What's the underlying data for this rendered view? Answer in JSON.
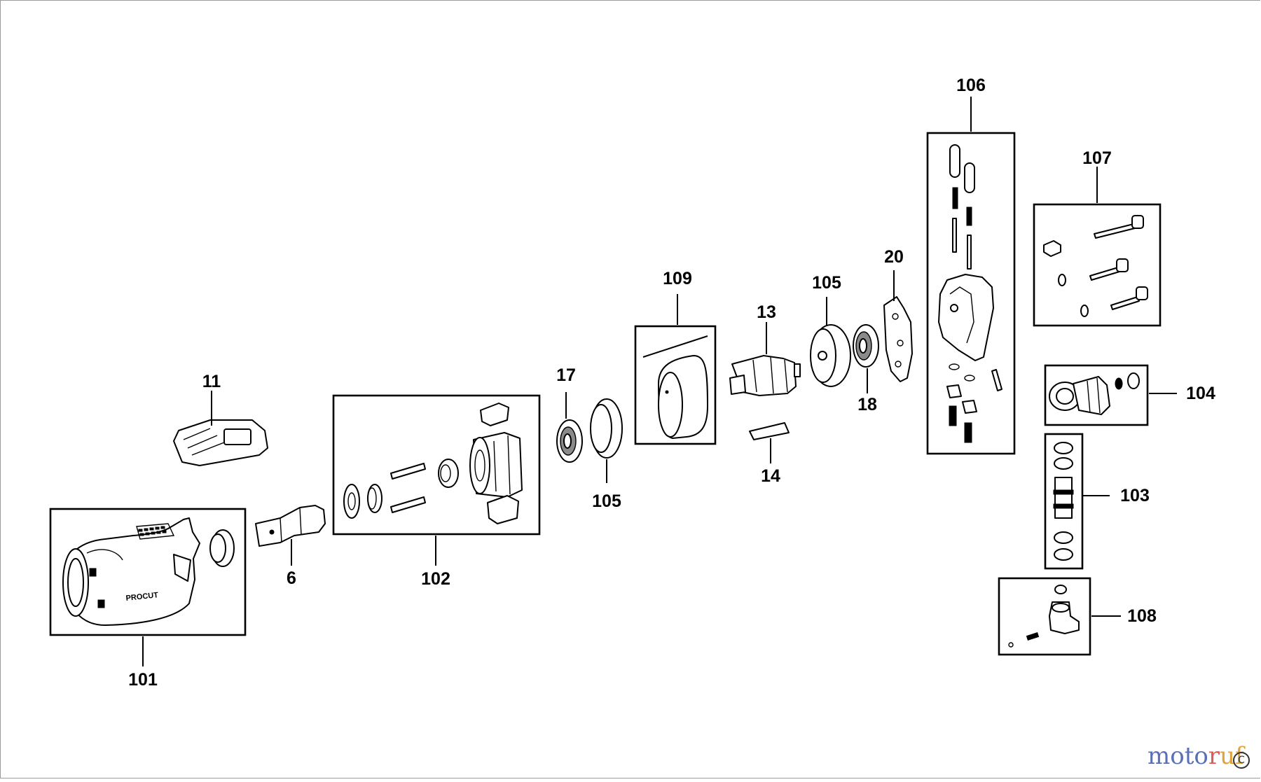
{
  "diagram": {
    "labels": {
      "l106": "106",
      "l107": "107",
      "l20": "20",
      "l105a": "105",
      "l109": "109",
      "l13": "13",
      "l17": "17",
      "l11": "11",
      "l18": "18",
      "l104": "104",
      "l14": "14",
      "l103": "103",
      "l105b": "105",
      "l6": "6",
      "l102": "102",
      "l108": "108",
      "l101": "101"
    },
    "housing_brand_text": "PROCUT"
  },
  "watermark": {
    "text_a": "moto",
    "text_b": "r",
    "text_c": "uf",
    "copyright": "C"
  }
}
